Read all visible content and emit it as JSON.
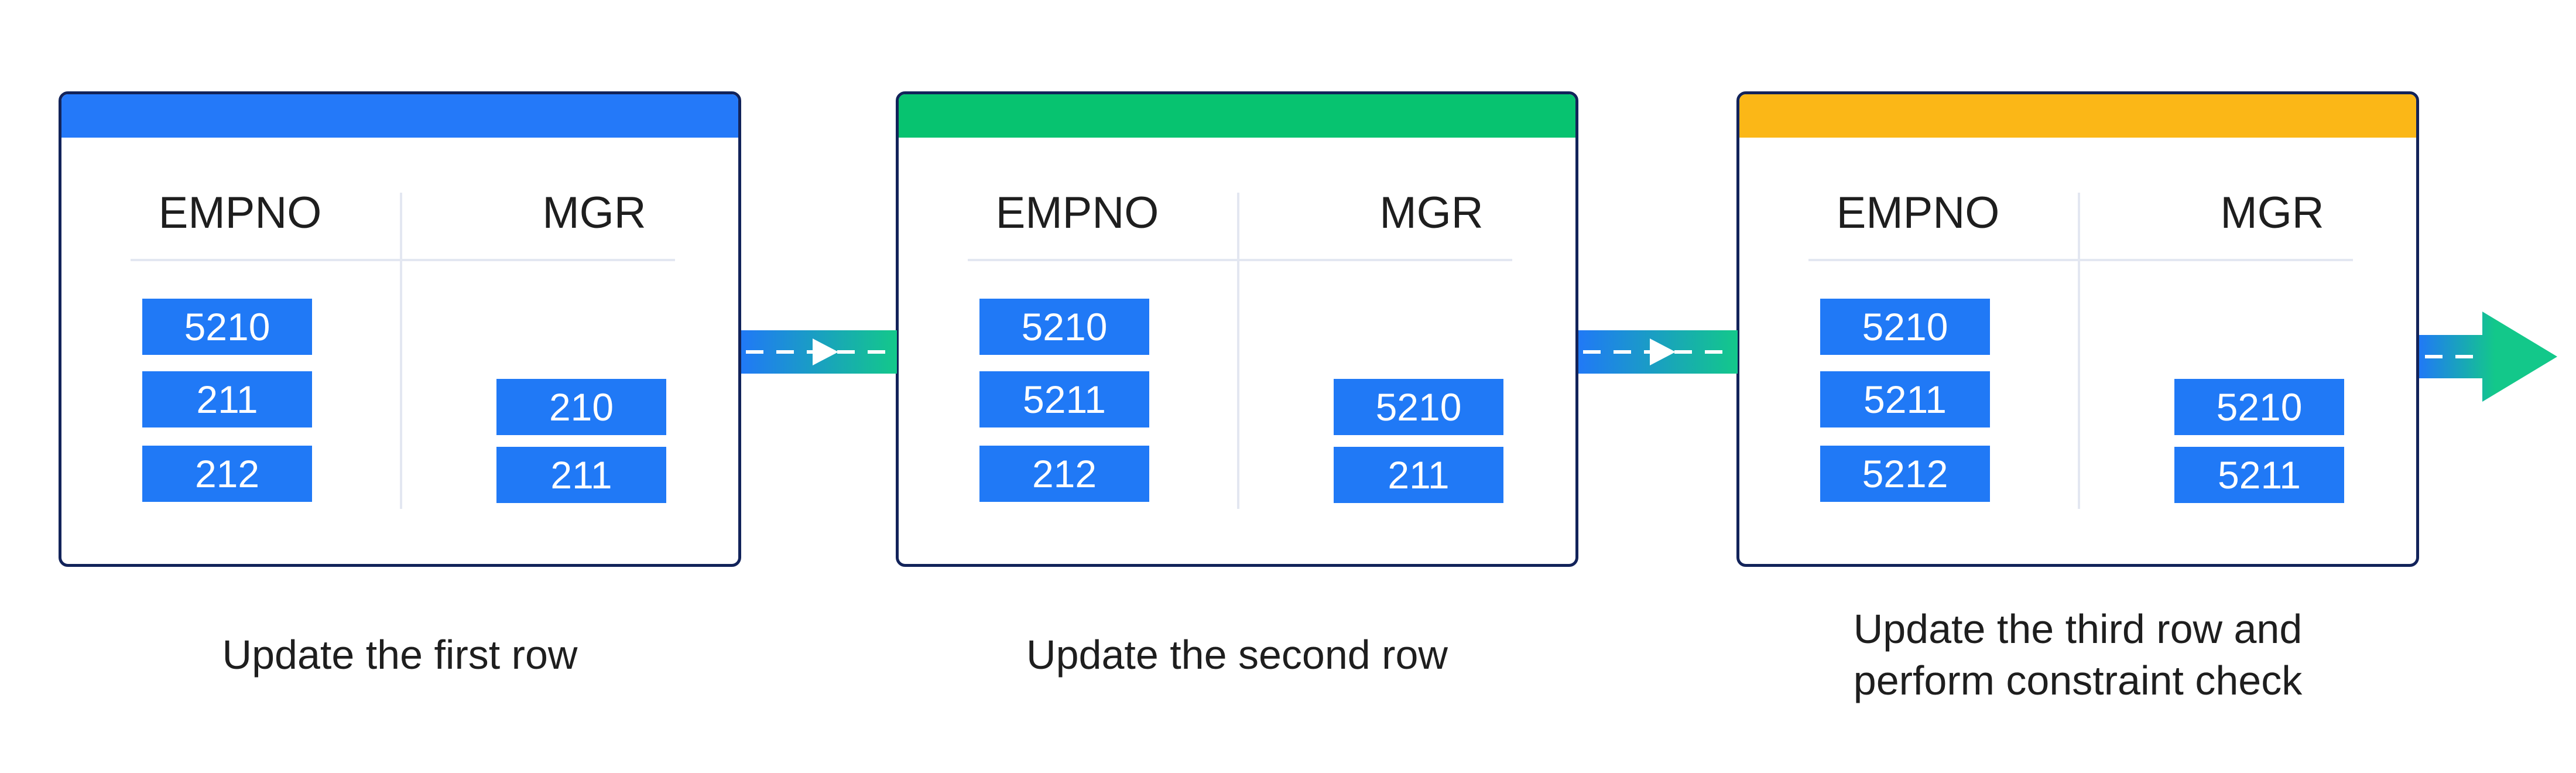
{
  "panels": [
    {
      "bar_color": "#2479f9",
      "headers": {
        "left": "EMPNO",
        "right": "MGR"
      },
      "empno": [
        "5210",
        "211",
        "212"
      ],
      "mgr": [
        "210",
        "211"
      ],
      "caption": "Update the first row"
    },
    {
      "bar_color": "#07c370",
      "headers": {
        "left": "EMPNO",
        "right": "MGR"
      },
      "empno": [
        "5210",
        "5211",
        "212"
      ],
      "mgr": [
        "5210",
        "211"
      ],
      "caption": "Update the second row"
    },
    {
      "bar_color": "#fbb717",
      "headers": {
        "left": "EMPNO",
        "right": "MGR"
      },
      "empno": [
        "5210",
        "5211",
        "5212"
      ],
      "mgr": [
        "5210",
        "5211"
      ],
      "caption_lines": [
        "Update the third row and",
        "perform constraint check"
      ]
    }
  ],
  "colors": {
    "panel_border": "#12235a",
    "cell_fill": "#2079f6",
    "arrow_start": "#2079f6",
    "arrow_end": "#13c88a"
  }
}
